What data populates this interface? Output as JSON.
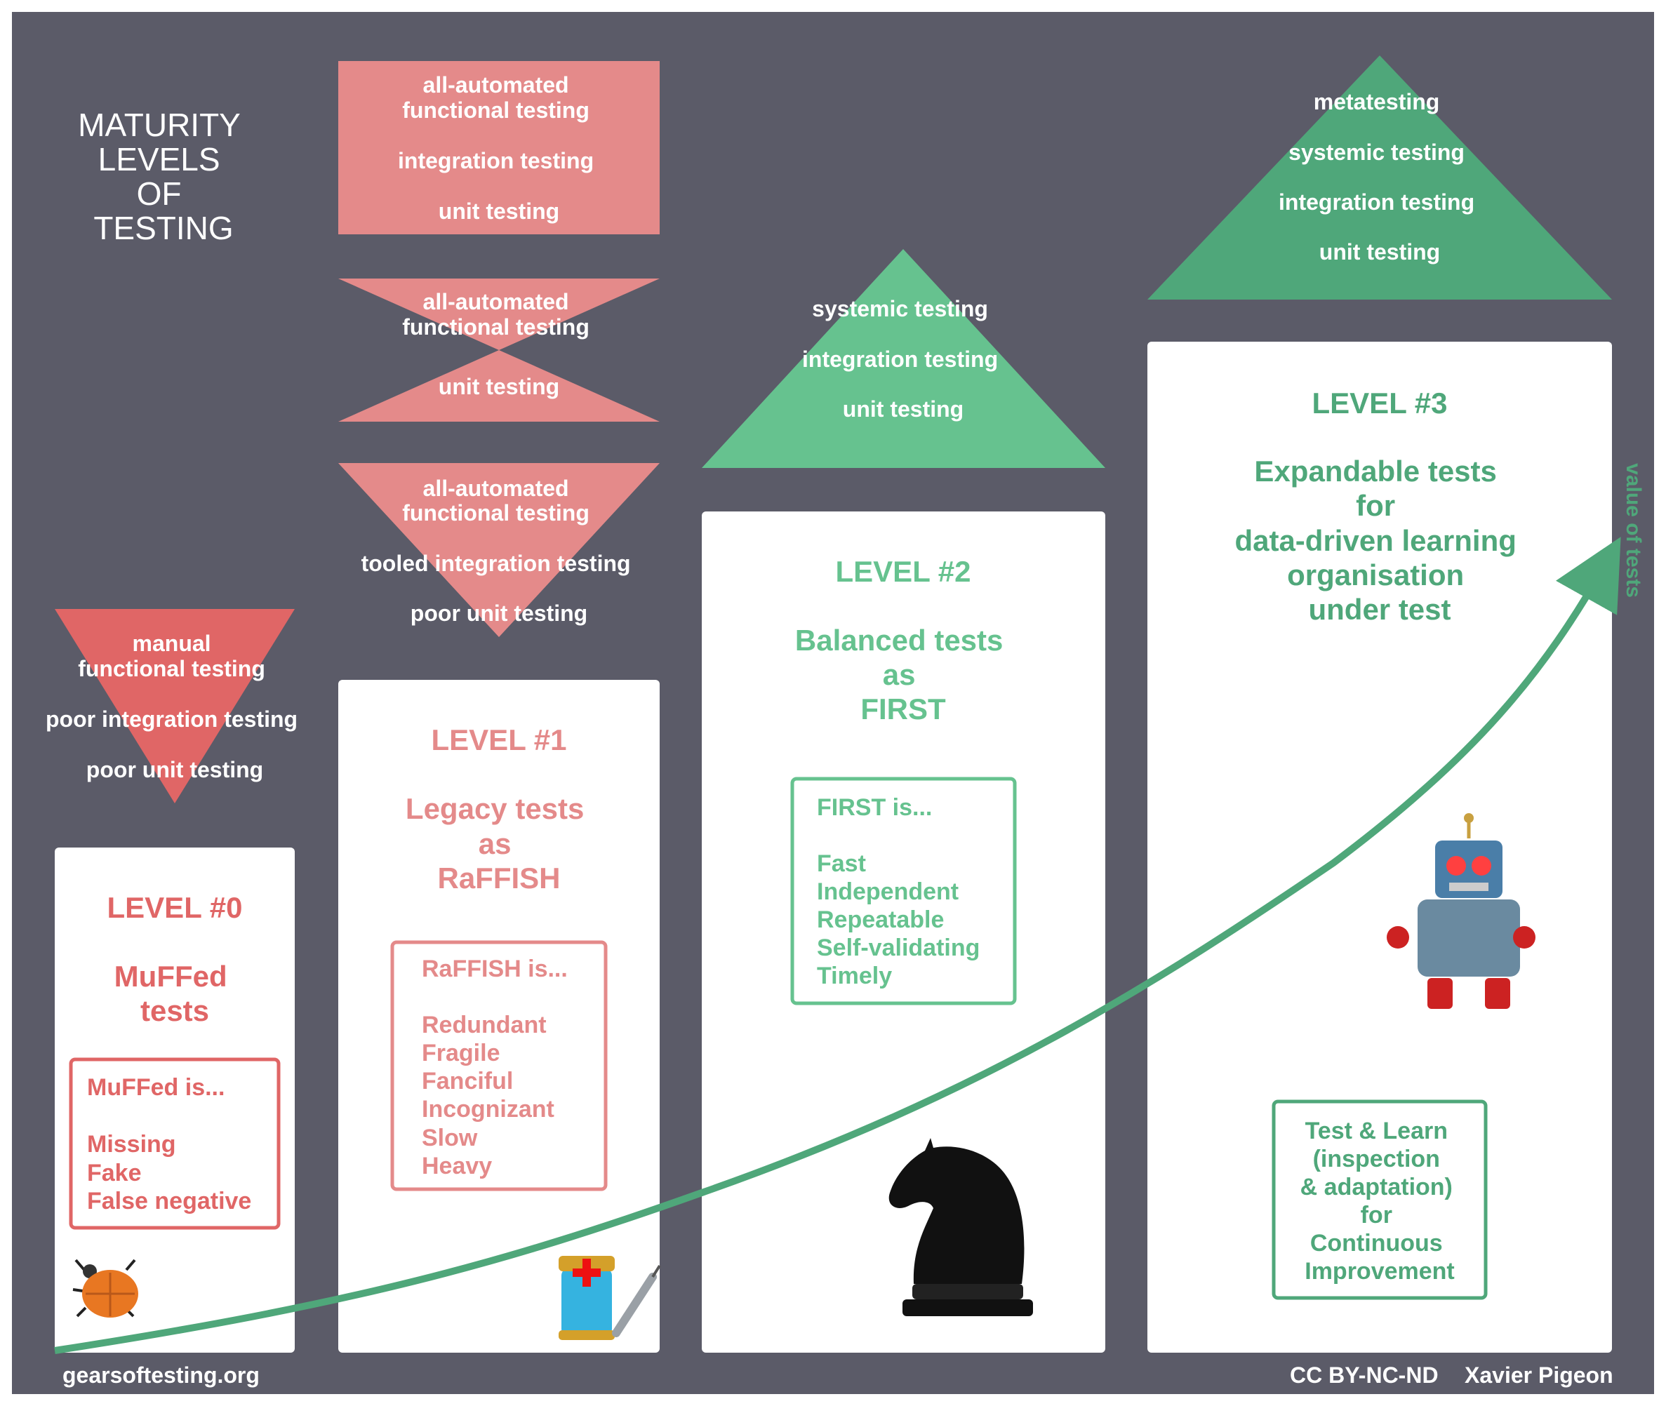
{
  "title_lines": [
    "MATURITY",
    "LEVELS",
    "OF",
    "TESTING"
  ],
  "colors": {
    "background": "#5b5b68",
    "red": "#e06666",
    "red_light": "#e48a8a",
    "green": "#4fa77a",
    "green_light": "#66c28f",
    "white": "#ffffff"
  },
  "level0": {
    "pyramid": [
      "manual",
      "functional testing",
      "poor integration testing",
      "poor unit testing"
    ],
    "heading": "LEVEL #0",
    "name_lines": [
      "MuFFed",
      "tests"
    ],
    "box_lines": [
      "MuFFed is...",
      "",
      "Missing",
      "Fake",
      "False negative"
    ],
    "icon": "bug-icon"
  },
  "level1": {
    "rect_stack": [
      "all-automated",
      "functional testing",
      "integration testing",
      "unit testing"
    ],
    "hourglass": [
      "all-automated",
      "functional testing",
      "unit testing"
    ],
    "inverted": [
      "all-automated",
      "functional testing",
      "tooled integration testing",
      "poor unit testing"
    ],
    "heading": "LEVEL #1",
    "name_lines": [
      "Legacy tests",
      "as",
      "RaFFISH"
    ],
    "box_lines": [
      "RaFFISH is...",
      "",
      "Redundant",
      "Fragile",
      "Fanciful",
      "Incognizant",
      "Slow",
      "Heavy"
    ],
    "icon": "medicine-syringe-icon"
  },
  "level2": {
    "pyramid": [
      "systemic testing",
      "integration testing",
      "unit testing"
    ],
    "heading": "LEVEL #2",
    "name_lines": [
      "Balanced tests",
      "as",
      "FIRST"
    ],
    "box_lines": [
      "FIRST is...",
      "",
      "Fast",
      "Independent",
      "Repeatable",
      "Self-validating",
      "Timely"
    ],
    "icon": "chess-knight-icon"
  },
  "level3": {
    "pyramid": [
      "metatesting",
      "systemic testing",
      "integration testing",
      "unit testing"
    ],
    "heading": "LEVEL #3",
    "name_lines": [
      "Expandable tests",
      "for",
      "data-driven learning",
      "organisation",
      "under test"
    ],
    "box_lines": [
      "Test & Learn",
      "(inspection",
      "& adaptation)",
      "for",
      "Continuous",
      "Improvement"
    ],
    "icon": "robot-icon"
  },
  "axis_label": "value of tests",
  "footer": {
    "site": "gearsoftesting.org",
    "license": "CC BY-NC-ND",
    "author": "Xavier Pigeon"
  }
}
